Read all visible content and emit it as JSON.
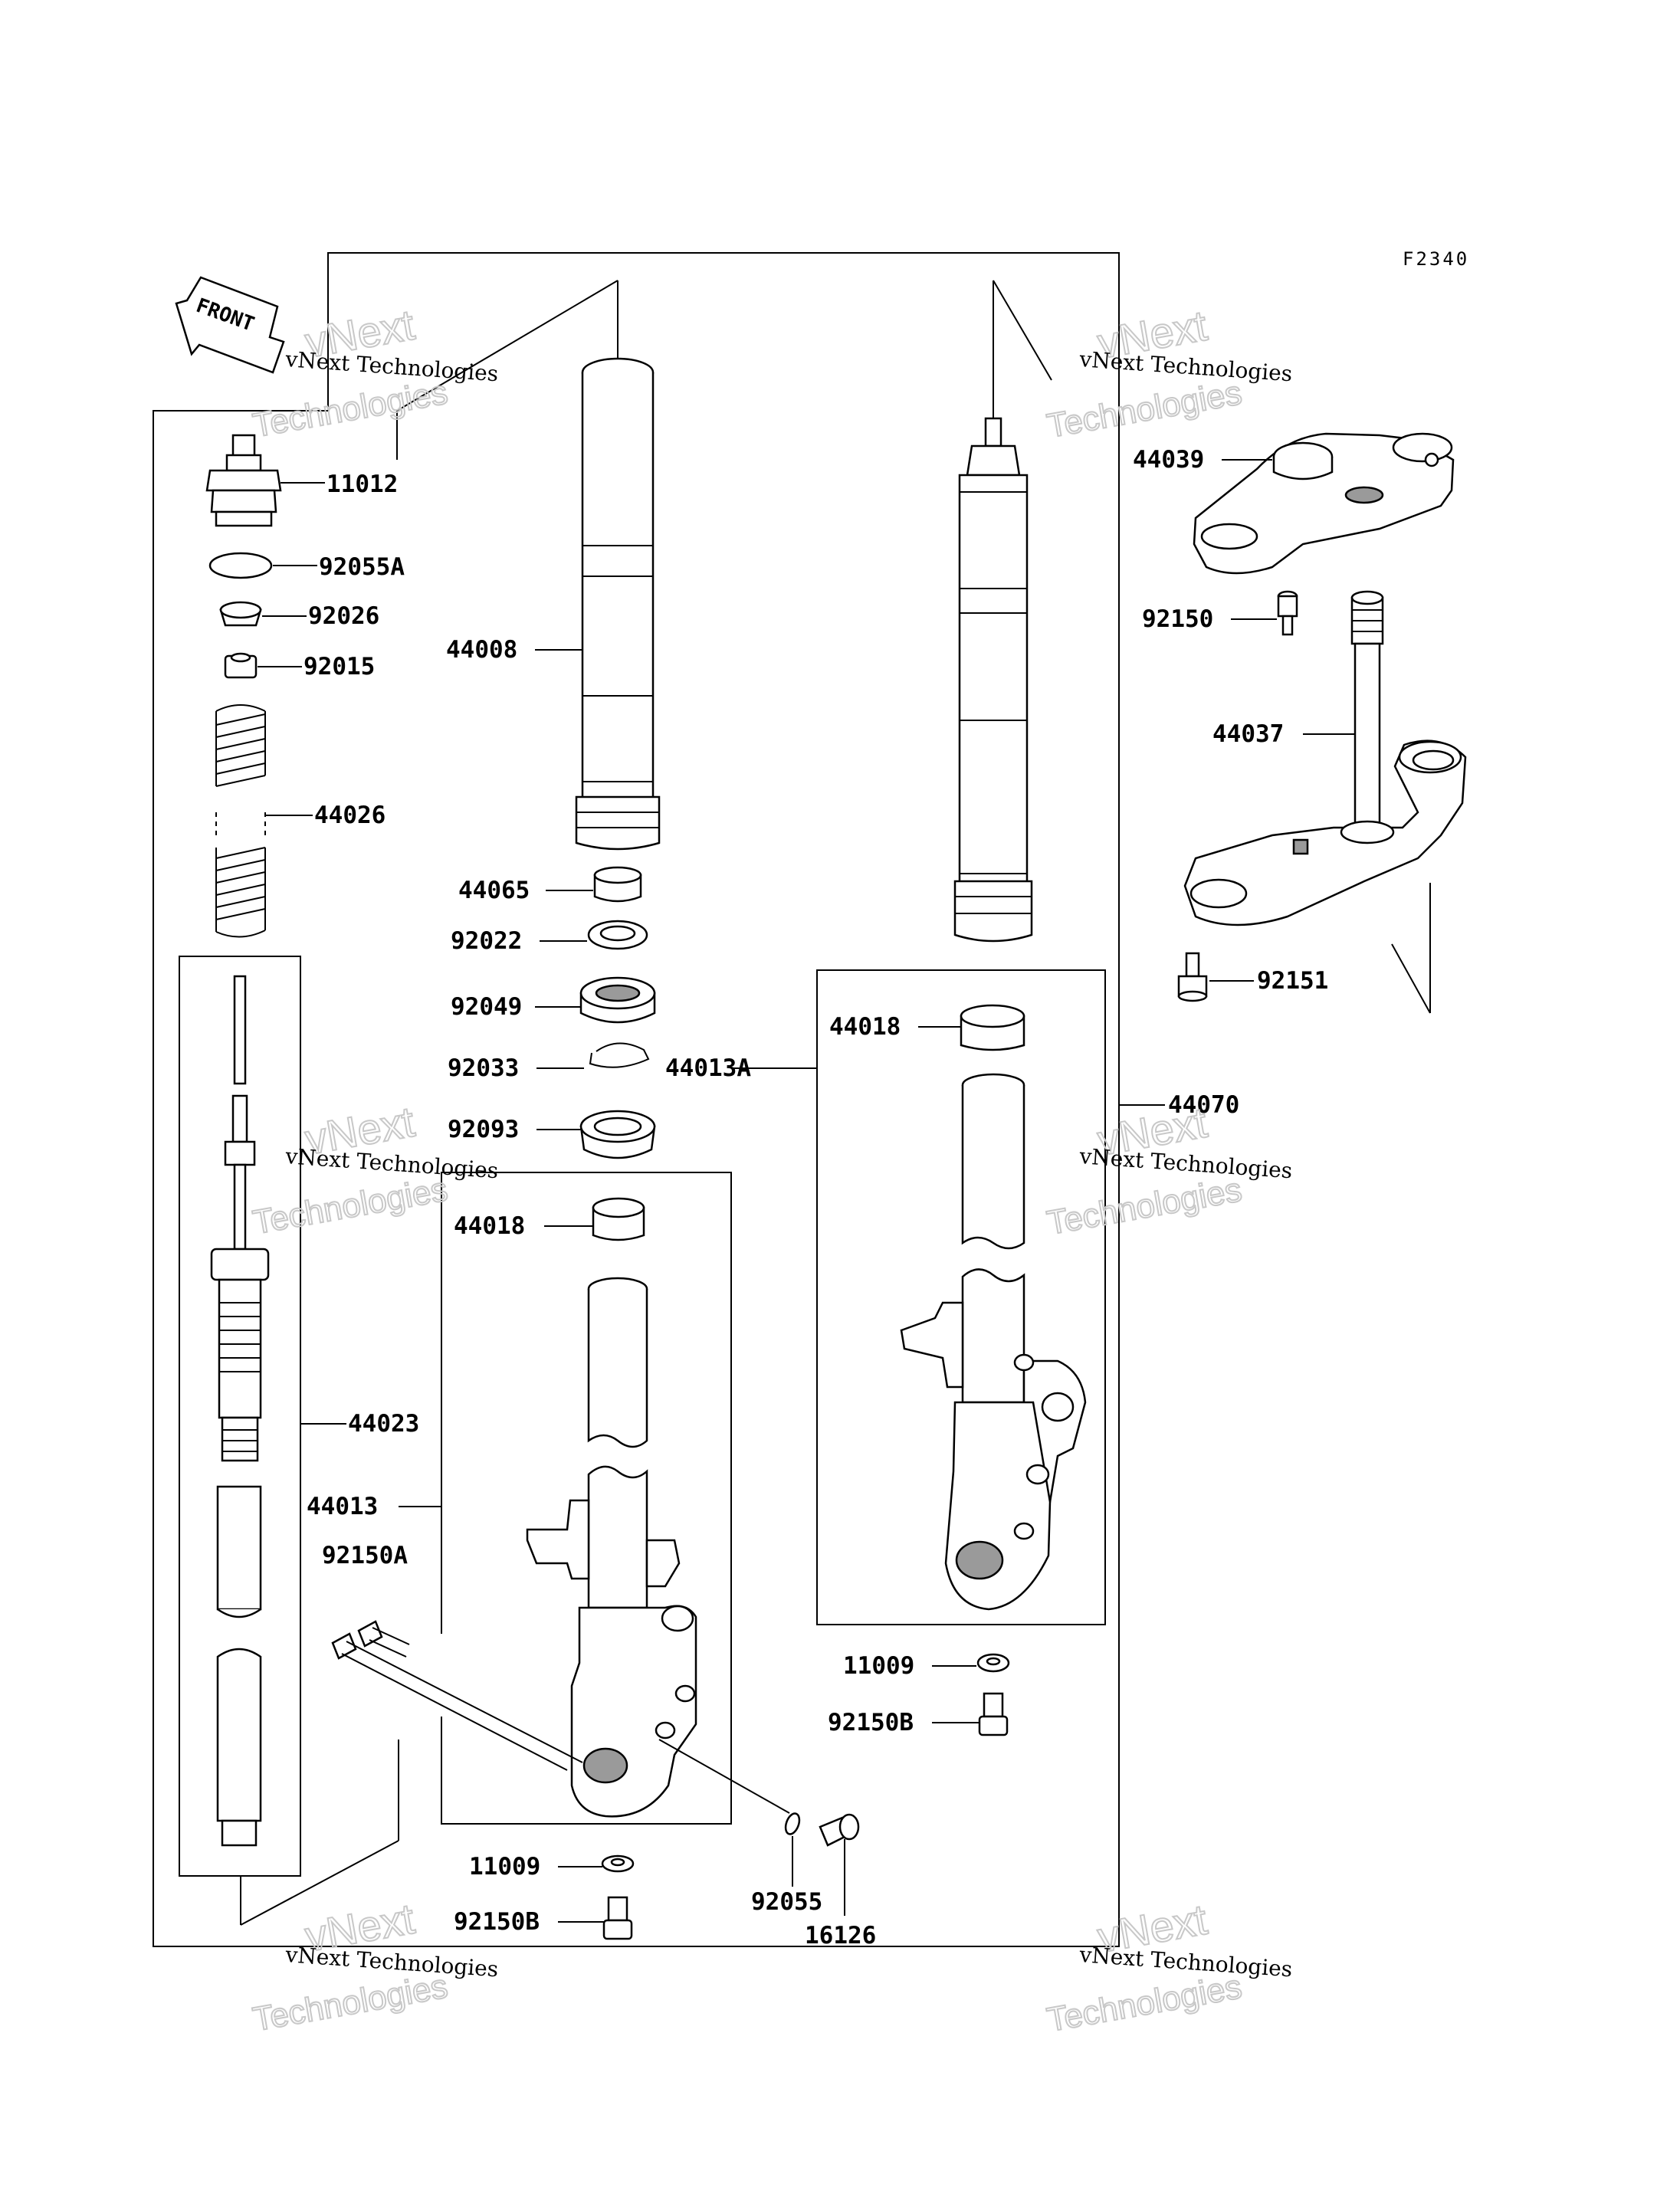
{
  "figure_code": "F2340",
  "front_label": "FRONT",
  "watermark": {
    "line1": "vNext Technologies",
    "line2": "Technologies",
    "line3": "vNext"
  },
  "parts": [
    {
      "id": "p11012",
      "label": "11012"
    },
    {
      "id": "p92055A",
      "label": "92055A"
    },
    {
      "id": "p92026",
      "label": "92026"
    },
    {
      "id": "p92015",
      "label": "92015"
    },
    {
      "id": "p44026",
      "label": "44026"
    },
    {
      "id": "p44023",
      "label": "44023"
    },
    {
      "id": "p44013",
      "label": "44013"
    },
    {
      "id": "p92150A",
      "label": "92150A"
    },
    {
      "id": "p11009a",
      "label": "11009"
    },
    {
      "id": "p92150Ba",
      "label": "92150B"
    },
    {
      "id": "p92055",
      "label": "92055"
    },
    {
      "id": "p16126",
      "label": "16126"
    },
    {
      "id": "p44008",
      "label": "44008"
    },
    {
      "id": "p44065",
      "label": "44065"
    },
    {
      "id": "p92022",
      "label": "92022"
    },
    {
      "id": "p92049",
      "label": "92049"
    },
    {
      "id": "p92033",
      "label": "92033"
    },
    {
      "id": "p44013A",
      "label": "44013A"
    },
    {
      "id": "p92093",
      "label": "92093"
    },
    {
      "id": "p44018a",
      "label": "44018"
    },
    {
      "id": "p44018b",
      "label": "44018"
    },
    {
      "id": "p11009b",
      "label": "11009"
    },
    {
      "id": "p92150Bb",
      "label": "92150B"
    },
    {
      "id": "p44039",
      "label": "44039"
    },
    {
      "id": "p92150",
      "label": "92150"
    },
    {
      "id": "p44037",
      "label": "44037"
    },
    {
      "id": "p92151",
      "label": "92151"
    },
    {
      "id": "p44070",
      "label": "44070"
    }
  ]
}
